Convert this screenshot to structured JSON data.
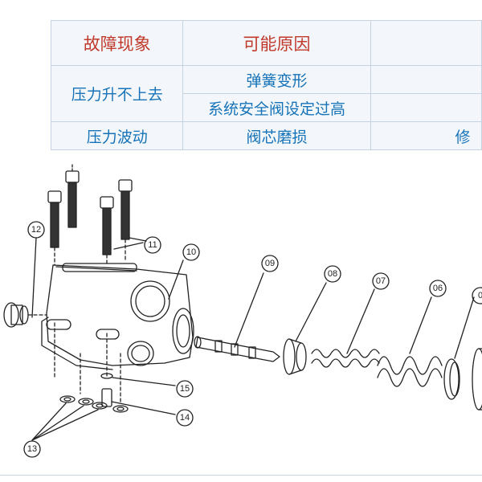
{
  "table": {
    "header": {
      "symptom": "故障现象",
      "cause": "可能原因",
      "remedy": ""
    },
    "rows": [
      {
        "symptom": "压力升不上去",
        "cause": "弹簧变形",
        "remedy": ""
      },
      {
        "symptom": "",
        "cause": "系统安全阀设定过高",
        "remedy": ""
      },
      {
        "symptom": "压力波动",
        "cause": "阀芯磨损",
        "remedy": "修"
      }
    ]
  },
  "diagram": {
    "callouts": [
      "12",
      "11",
      "10",
      "09",
      "08",
      "07",
      "06",
      "0",
      "15",
      "14",
      "13"
    ]
  },
  "colors": {
    "header_text": "#c0392b",
    "cell_text": "#1673b8",
    "border": "#c4d2e2",
    "line_art": "#222222"
  }
}
